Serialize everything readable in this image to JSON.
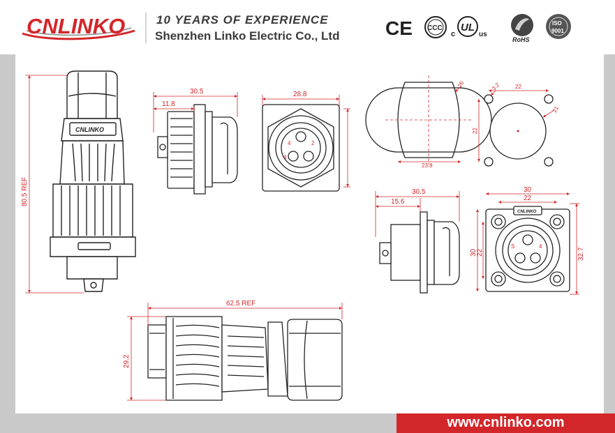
{
  "header": {
    "logo": "CNLINKO",
    "slogan": "10 YEARS OF  EXPERIENCE",
    "company": "Shenzhen Linko Electric Co., Ltd",
    "certs": {
      "ce": "CE",
      "ccc": "CCC",
      "ul_c": "c",
      "ul": "UL",
      "ul_us": "us",
      "rohs": "RoHS",
      "iso": "ISO",
      "iso_num": "9001"
    }
  },
  "drawing": {
    "left_body_brand": "CNLINKO",
    "panel_brand": "CNLINKO",
    "side_view": {
      "height": "80.5 REF"
    },
    "receptacle_side": {
      "overall": "30.5",
      "flange": "11.8"
    },
    "receptacle_front": {
      "width": "28.8",
      "pin_labels": [
        "4",
        "2",
        "4"
      ]
    },
    "panel_cutout_round": {
      "diameter": "26",
      "width": "23.8"
    },
    "panel_cutout_square": {
      "spacing": "22",
      "vertical": "22",
      "hole": "3.2",
      "diameter": "21"
    },
    "square_side": {
      "overall": "30.5",
      "flange": "15.6"
    },
    "square_front": {
      "width": "30",
      "spacing": "22",
      "left_height": "30",
      "left_spacing": "22",
      "right_height": "32.7",
      "pin_labels": [
        "S",
        "4"
      ]
    },
    "plug_horizontal": {
      "length": "62.5 REF",
      "height": "29.2"
    }
  },
  "footer": {
    "url": "www.cnlinko.com"
  }
}
